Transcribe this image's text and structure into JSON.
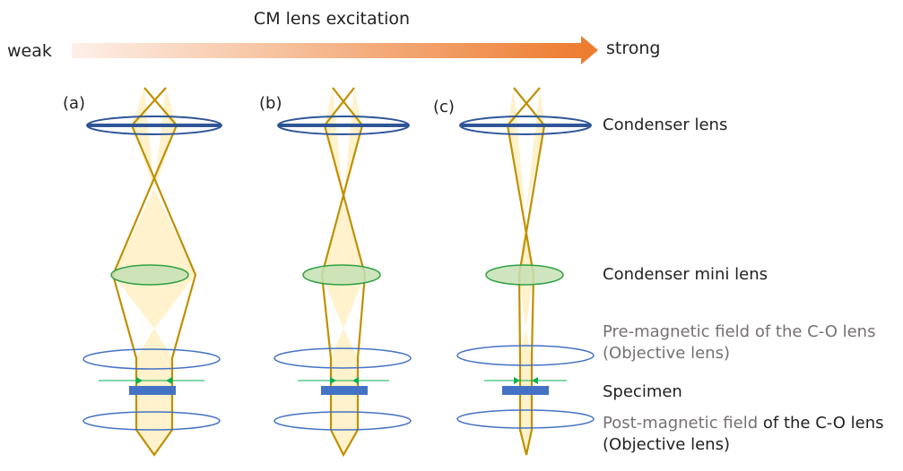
{
  "excitation_bar": {
    "title": "CM lens excitation",
    "left_label": "weak",
    "right_label": "strong"
  },
  "panels": [
    {
      "label": "(a)"
    },
    {
      "label": "(b)"
    },
    {
      "label": "(c)"
    }
  ],
  "labels": {
    "condenser": "Condenser lens",
    "mini": "Condenser mini lens",
    "pre_line1_gray": "Pre-magnetic field of the C-O lens",
    "pre_line2": "(Objective lens)",
    "specimen": "Specimen",
    "post_line1_gray": "Post-magnetic field",
    "post_line1_black": " of the C-O lens",
    "post_line2": "(Objective lens)"
  },
  "colors": {
    "condenser_lens": "#2f5597",
    "objective_field": "#4472c4",
    "mini_lens_stroke": "#2ea043",
    "mini_lens_fill": "#c5e0b4",
    "beam_stroke": "#bf9000",
    "beam_fill": "#fff2cc",
    "specimen": "#4472c4",
    "arrow_green": "#00b050",
    "bar_start": "#fce4d6",
    "bar_end": "#ed7d31",
    "label_gray": "#767171"
  }
}
